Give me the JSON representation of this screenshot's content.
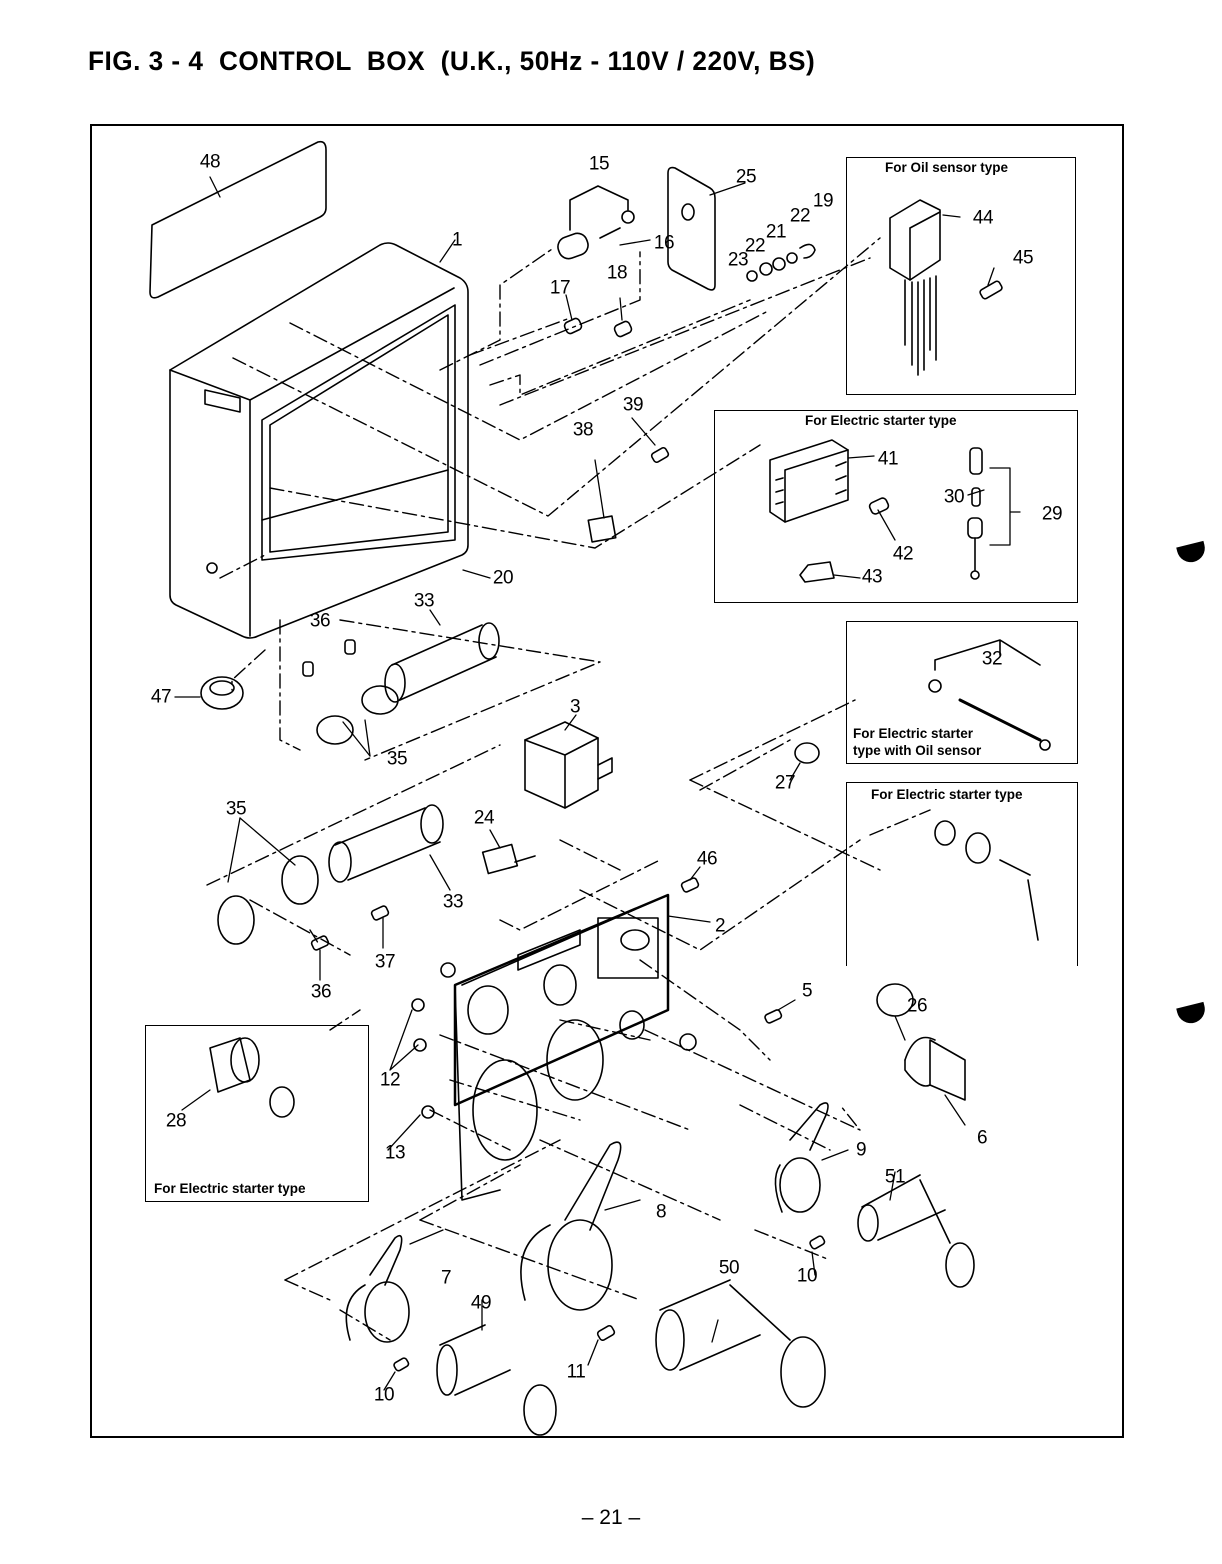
{
  "page": {
    "title": "FIG. 3 - 4  CONTROL  BOX  (U.K., 50Hz - 110V / 220V, BS)",
    "page_number": "– 21 –"
  },
  "insets": {
    "oil_sensor": {
      "label": "For Oil sensor type",
      "parts": [
        "44",
        "45"
      ]
    },
    "electric_starter_rectifier": {
      "label": "For Electric starter type",
      "parts": [
        "41",
        "42",
        "43",
        "29",
        "30"
      ]
    },
    "electric_starter_oil_sensor": {
      "label_line1": "For Electric starter",
      "label_line2": "type with Oil sensor",
      "parts": [
        "32"
      ]
    },
    "electric_starter_key": {
      "label": "For Electric starter type",
      "parts": []
    },
    "electric_starter_solenoid": {
      "label": "For Electric starter type",
      "parts": [
        "28"
      ]
    }
  },
  "callouts": {
    "c48": "48",
    "c1": "1",
    "c15": "15",
    "c16": "16",
    "c25": "25",
    "c17": "17",
    "c18": "18",
    "c19": "19",
    "c22a": "22",
    "c21": "21",
    "c22b": "22",
    "c23": "23",
    "c44": "44",
    "c45": "45",
    "c39": "39",
    "c38": "38",
    "c41": "41",
    "c42": "42",
    "c43": "43",
    "c30": "30",
    "c29": "29",
    "c20": "20",
    "c33a": "33",
    "c36a": "36",
    "c47": "47",
    "c35a": "35",
    "c3": "3",
    "c32": "32",
    "c27": "27",
    "c35b": "35",
    "c24": "24",
    "c33b": "33",
    "c37": "37",
    "c36b": "36",
    "c46": "46",
    "c2": "2",
    "c5": "5",
    "c26": "26",
    "c12": "12",
    "c13": "13",
    "c28": "28",
    "c6": "6",
    "c9": "9",
    "c51": "51",
    "c8": "8",
    "c10a": "10",
    "c50": "50",
    "c7": "7",
    "c49": "49",
    "c11": "11",
    "c10b": "10"
  }
}
